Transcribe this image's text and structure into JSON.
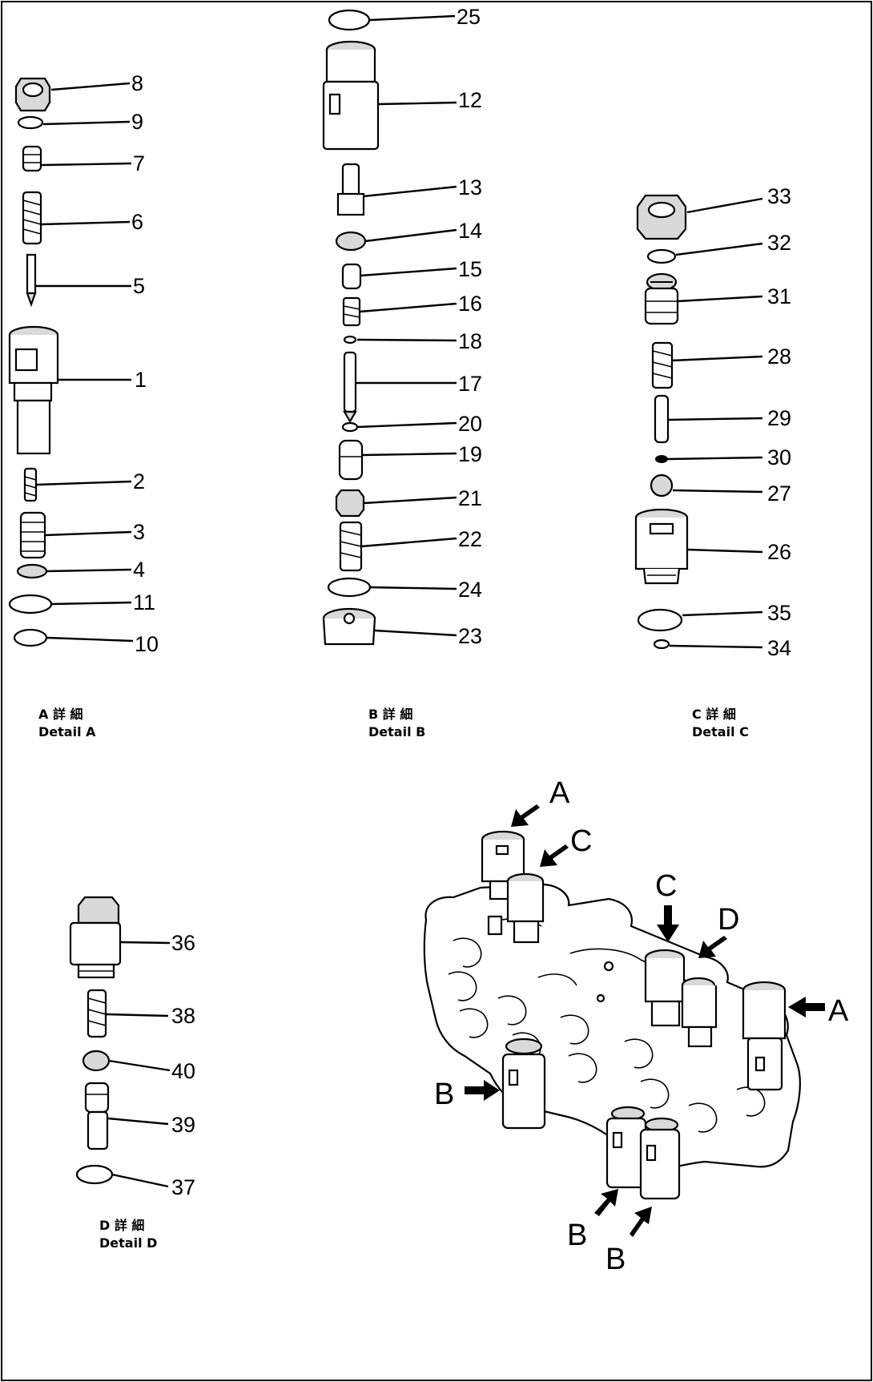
{
  "callouts": {
    "n1": "1",
    "n2": "2",
    "n3": "3",
    "n4": "4",
    "n5": "5",
    "n6": "6",
    "n7": "7",
    "n8": "8",
    "n9": "9",
    "n10": "10",
    "n11": "11",
    "n12": "12",
    "n13": "13",
    "n14": "14",
    "n15": "15",
    "n16": "16",
    "n17": "17",
    "n18": "18",
    "n19": "19",
    "n20": "20",
    "n21": "21",
    "n22": "22",
    "n23": "23",
    "n24": "24",
    "n25": "25",
    "n26": "26",
    "n27": "27",
    "n28": "28",
    "n29": "29",
    "n30": "30",
    "n31": "31",
    "n32": "32",
    "n33": "33",
    "n34": "34",
    "n35": "35",
    "n36": "36",
    "n37": "37",
    "n38": "38",
    "n39": "39",
    "n40": "40"
  },
  "captions": {
    "detail_a_jp": "A  詳  細",
    "detail_a": "Detail  A",
    "detail_b_jp": "B  詳  細",
    "detail_b": "Detail  B",
    "detail_c_jp": "C  詳  細",
    "detail_c": "Detail  C",
    "detail_d_jp": "D  詳  細",
    "detail_d": "Detail  D"
  },
  "assembly_markers": {
    "a_top": "A",
    "c_top": "C",
    "c_mid": "C",
    "d_mid": "D",
    "a_right": "A",
    "b_left": "B",
    "b_bottom1": "B",
    "b_bottom2": "B"
  }
}
